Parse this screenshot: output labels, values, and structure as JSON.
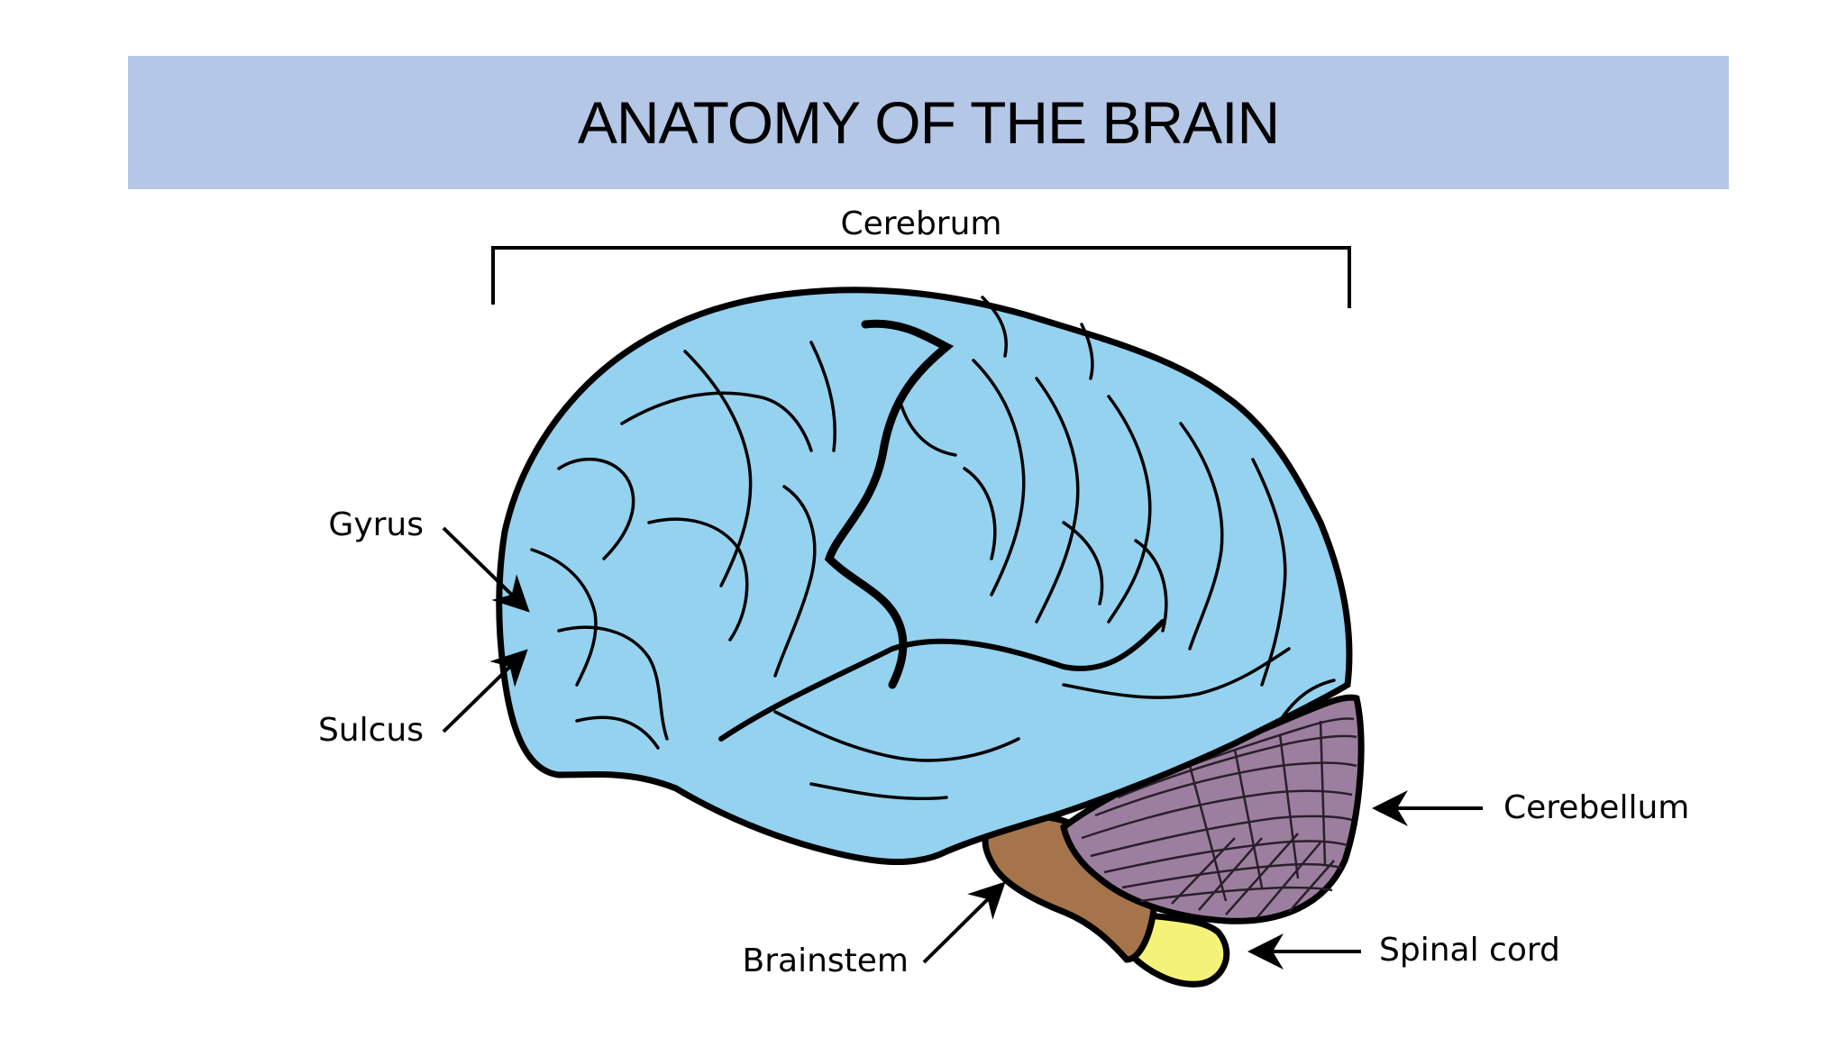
{
  "title": "ANATOMY OF THE BRAIN",
  "labels": {
    "cerebrum": "Cerebrum",
    "gyrus": "Gyrus",
    "sulcus": "Sulcus",
    "cerebellum": "Cerebellum",
    "brainstem": "Brainstem",
    "spinal_cord": "Spinal cord"
  },
  "colors": {
    "title_band": "#b4c7e7",
    "cerebrum": "#94d2ef",
    "cerebellum": "#9c7f9e",
    "brainstem": "#a5744a",
    "spinal_cord": "#f5f279",
    "outline": "#000000"
  }
}
